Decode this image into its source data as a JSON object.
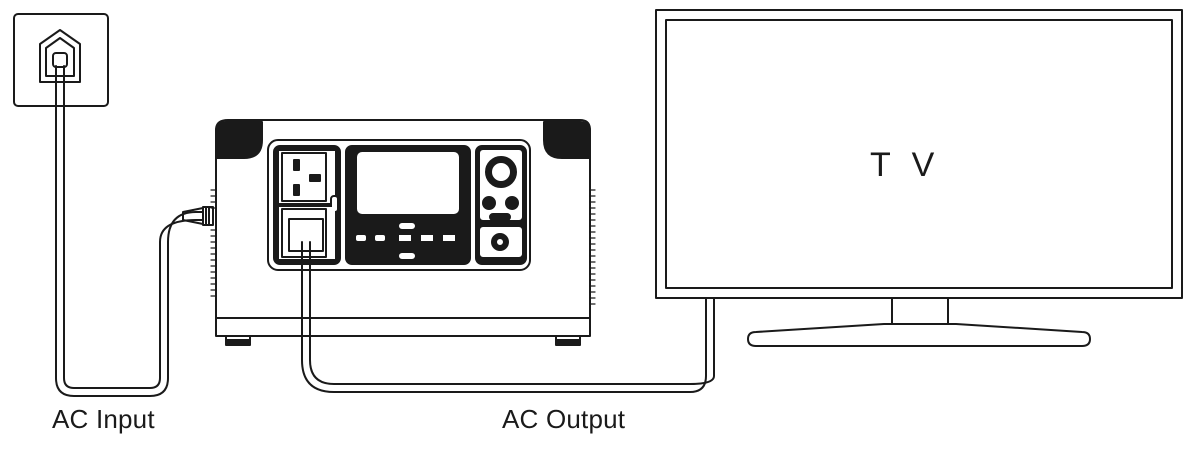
{
  "labels": {
    "ac_input": "AC Input",
    "ac_output": "AC Output",
    "tv": "T V"
  },
  "colors": {
    "stroke": "#1a1a1a",
    "background": "#ffffff"
  }
}
